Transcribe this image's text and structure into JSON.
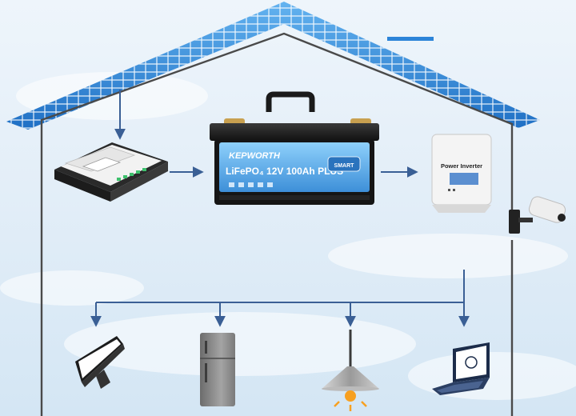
{
  "battery": {
    "brand": "KEPWORTH",
    "model": "LiFePO₄ 12V 100Ah PLUS",
    "badge": "SMART"
  },
  "inverter": {
    "label": "Power Inverter"
  },
  "colors": {
    "wire": "#3a5f95",
    "house_outline": "#4a4a4a",
    "panel_blue": "#2c84d8",
    "battery_label": "#5aaae8"
  },
  "icons": [
    "solar-roof-icon",
    "charge-controller-icon",
    "battery-icon",
    "power-inverter-icon",
    "security-camera-icon",
    "monitor-icon",
    "refrigerator-icon",
    "ceiling-lamp-icon",
    "laptop-icon"
  ]
}
